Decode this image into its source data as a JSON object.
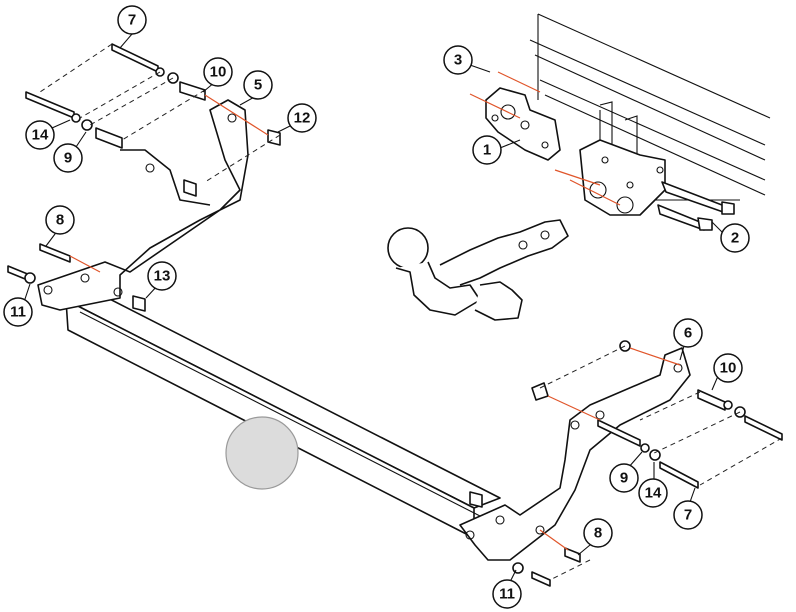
{
  "callouts": [
    {
      "id": "c7a",
      "label": "7"
    },
    {
      "id": "c10a",
      "label": "10"
    },
    {
      "id": "c5",
      "label": "5"
    },
    {
      "id": "c12",
      "label": "12"
    },
    {
      "id": "c14a",
      "label": "14"
    },
    {
      "id": "c9a",
      "label": "9"
    },
    {
      "id": "c8a",
      "label": "8"
    },
    {
      "id": "c11a",
      "label": "11"
    },
    {
      "id": "c13",
      "label": "13"
    },
    {
      "id": "c3",
      "label": "3"
    },
    {
      "id": "c1",
      "label": "1"
    },
    {
      "id": "c2",
      "label": "2"
    },
    {
      "id": "c6",
      "label": "6"
    },
    {
      "id": "c10b",
      "label": "10"
    },
    {
      "id": "c9b",
      "label": "9"
    },
    {
      "id": "c14b",
      "label": "14"
    },
    {
      "id": "c7b",
      "label": "7"
    },
    {
      "id": "c8b",
      "label": "8"
    },
    {
      "id": "c11b",
      "label": "11"
    }
  ],
  "colors": {
    "line": "#111111",
    "axis_line": "#e0552a",
    "marker_fill": "#dcdcdc"
  }
}
